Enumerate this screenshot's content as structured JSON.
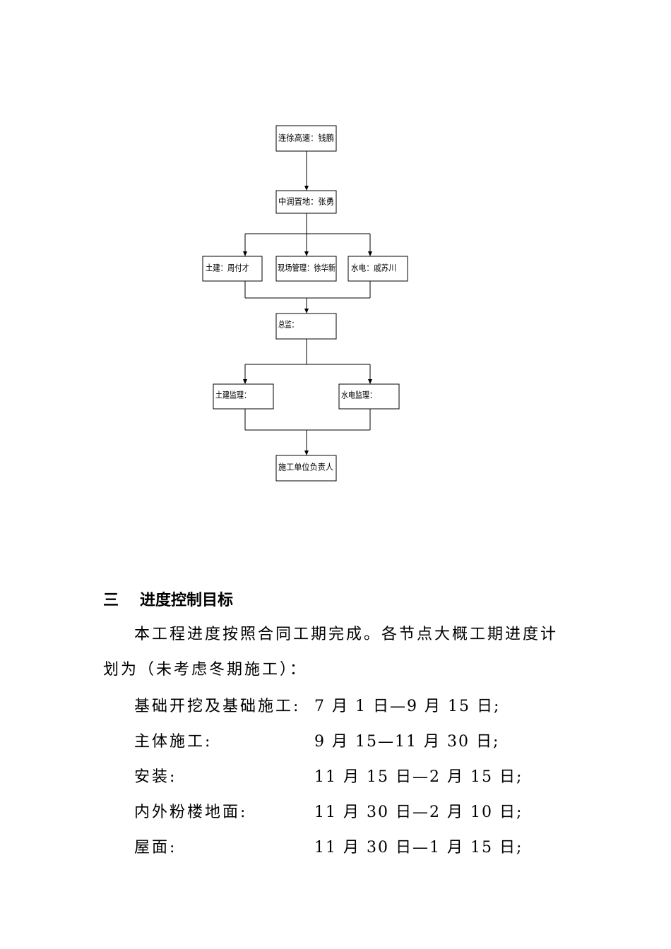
{
  "org_chart": {
    "nodes": [
      {
        "id": "top",
        "text": "连徐高速：钱鹏"
      },
      {
        "id": "owner",
        "text": "中润置地：张勇"
      },
      {
        "id": "civil",
        "text": "土建：周付才"
      },
      {
        "id": "site",
        "text": "现场管理：徐华新"
      },
      {
        "id": "mep",
        "text": "水电：戚苏川"
      },
      {
        "id": "chief",
        "text": "总监："
      },
      {
        "id": "civil-sup",
        "text": "土建监理："
      },
      {
        "id": "mep-sup",
        "text": "水电监理："
      },
      {
        "id": "contractor",
        "text": "施工单位负责人"
      }
    ]
  },
  "section": {
    "number": "三",
    "title": "进度控制目标"
  },
  "paragraph": {
    "line1": "本工程进度按照合同工期完成。各节点大概工期进度计",
    "line2": "划为（未考虑冬期施工）："
  },
  "schedule": [
    {
      "label": "基础开挖及基础施工:",
      "dates": "7 月 1 日—9 月 15 日;"
    },
    {
      "label": "主体施工:",
      "dates": "9 月 15—11 月 30 日;"
    },
    {
      "label": "安装:",
      "dates": "11 月 15 日—2 月 15 日;"
    },
    {
      "label": "内外粉楼地面:",
      "dates": "11 月 30 日—2 月 10 日;"
    },
    {
      "label": "屋面:",
      "dates": "11 月 30 日—1 月 15 日;"
    }
  ]
}
